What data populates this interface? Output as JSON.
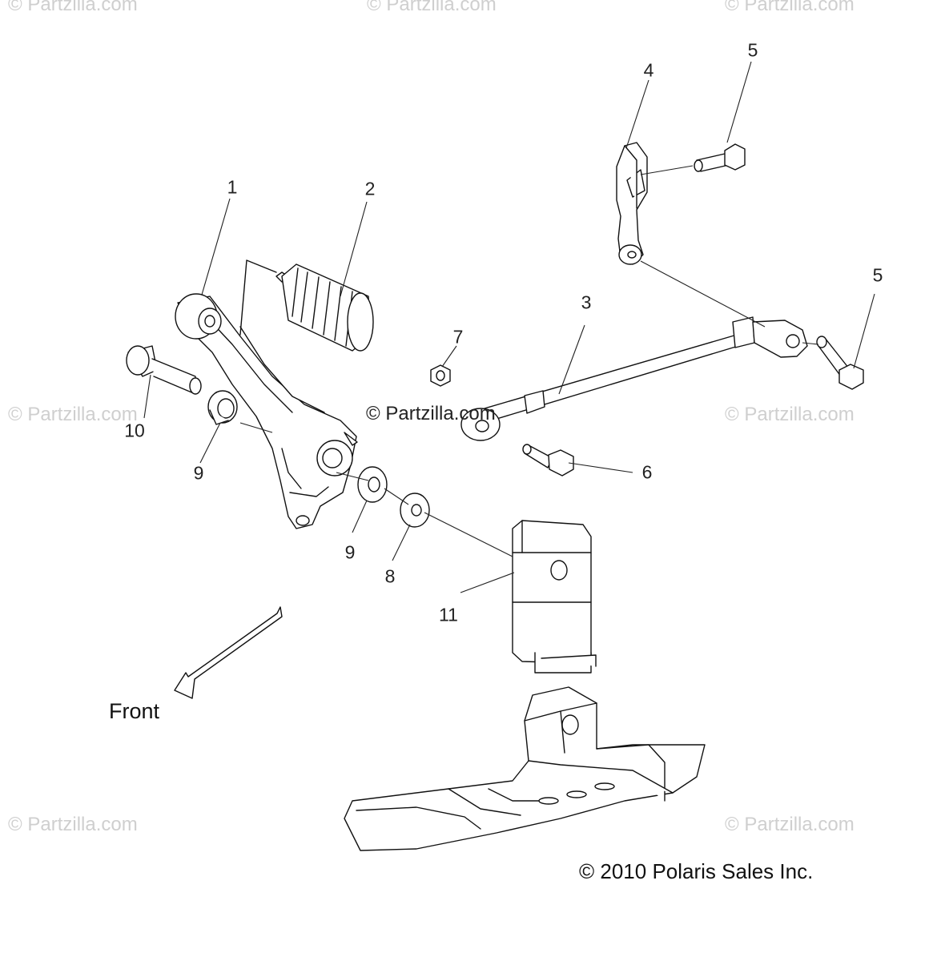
{
  "watermark": "© Partzilla.com",
  "center_watermark": "© Partzilla.com",
  "front_label": "Front",
  "copyright": "© 2010 Polaris Sales Inc.",
  "callouts": [
    {
      "id": "c1",
      "label": "1"
    },
    {
      "id": "c2",
      "label": "2"
    },
    {
      "id": "c3",
      "label": "3"
    },
    {
      "id": "c4",
      "label": "4"
    },
    {
      "id": "c5a",
      "label": "5"
    },
    {
      "id": "c5b",
      "label": "5"
    },
    {
      "id": "c6",
      "label": "6"
    },
    {
      "id": "c7",
      "label": "7"
    },
    {
      "id": "c8",
      "label": "8"
    },
    {
      "id": "c9a",
      "label": "9"
    },
    {
      "id": "c9b",
      "label": "9"
    },
    {
      "id": "c10",
      "label": "10"
    },
    {
      "id": "c11",
      "label": "11"
    }
  ]
}
